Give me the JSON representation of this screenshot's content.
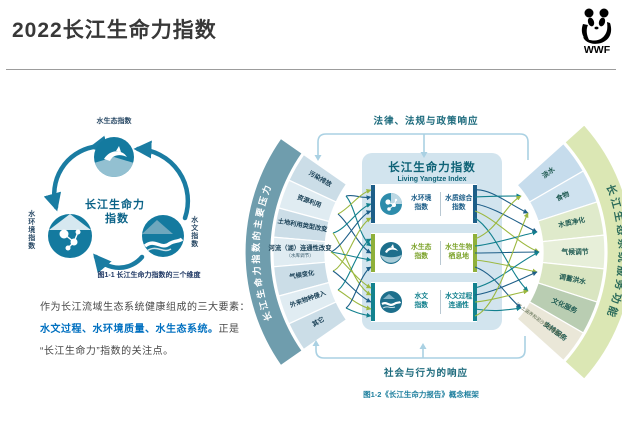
{
  "header": {
    "title": "2022长江生命力指数",
    "logo_text": "WWF"
  },
  "cycle": {
    "top_label": "水生态指数",
    "left_label_l1": "水环境",
    "left_label_l2": "指数",
    "right_label": "水文指数",
    "center_l1": "长江生命力",
    "center_l2": "指数",
    "caption": "图1-1 长江生命力指数的三个维度"
  },
  "intro": {
    "line1": "作为长江流域生态系统健康组成的三大要素：",
    "highlight": "水文过程、水环境质量、水生态系统。",
    "line2_rest": "正是",
    "line3": "“长江生命力”指数的关注点。"
  },
  "framework": {
    "top_response": "法律、法规与政策响应",
    "bottom_response": "社会与行为的响应",
    "caption": "图1-2《长江生命力报告》概念框架",
    "center": {
      "title": "长江生命力指数",
      "subtitle": "Living Yangtze Index",
      "rows": [
        {
          "icon": "molecule-globe-icon",
          "index_l1": "水环境",
          "index_l2": "指数",
          "metric_l1": "水质综合",
          "metric_l2": "指数",
          "color": "#1d5e88"
        },
        {
          "icon": "dolphin-globe-icon",
          "index_l1": "水生态",
          "index_l2": "指数",
          "metric_l1": "水生生物",
          "metric_l2": "栖息地",
          "color": "#8fb03a"
        },
        {
          "icon": "river-globe-icon",
          "index_l1": "水文",
          "index_l2": "指数",
          "metric_l1": "水文过程",
          "metric_l2": "连通性",
          "color": "#13828f"
        }
      ]
    },
    "pressures": {
      "band": "长江生命力指数的主要压力",
      "items": [
        {
          "label": "污染排放"
        },
        {
          "label": "资源利用"
        },
        {
          "label": "土地利用类型改变"
        },
        {
          "label": "河流（湖）连通性改变",
          "sub": "（水库调节）"
        },
        {
          "label": "气候变化"
        },
        {
          "label": "外来物种侵入"
        },
        {
          "label": "其它"
        }
      ]
    },
    "services": {
      "band": "长江生态系统服务功能",
      "items": [
        {
          "label": "淡水"
        },
        {
          "label": "食物"
        },
        {
          "label": "水质净化"
        },
        {
          "label": "气候调节"
        },
        {
          "label": "调蓄洪水"
        },
        {
          "label": "文化服务"
        },
        {
          "label": "支持服务",
          "sub": "（水土涵养和泥沙等物质循环）"
        }
      ]
    }
  },
  "theme": {
    "accent_teal": "#147a9f",
    "dark_blue": "#1d5e88",
    "olive": "#8fb03a",
    "teal": "#13828f",
    "panel_bg": "#d2e4ee",
    "highlight_blue": "#0070c0"
  }
}
